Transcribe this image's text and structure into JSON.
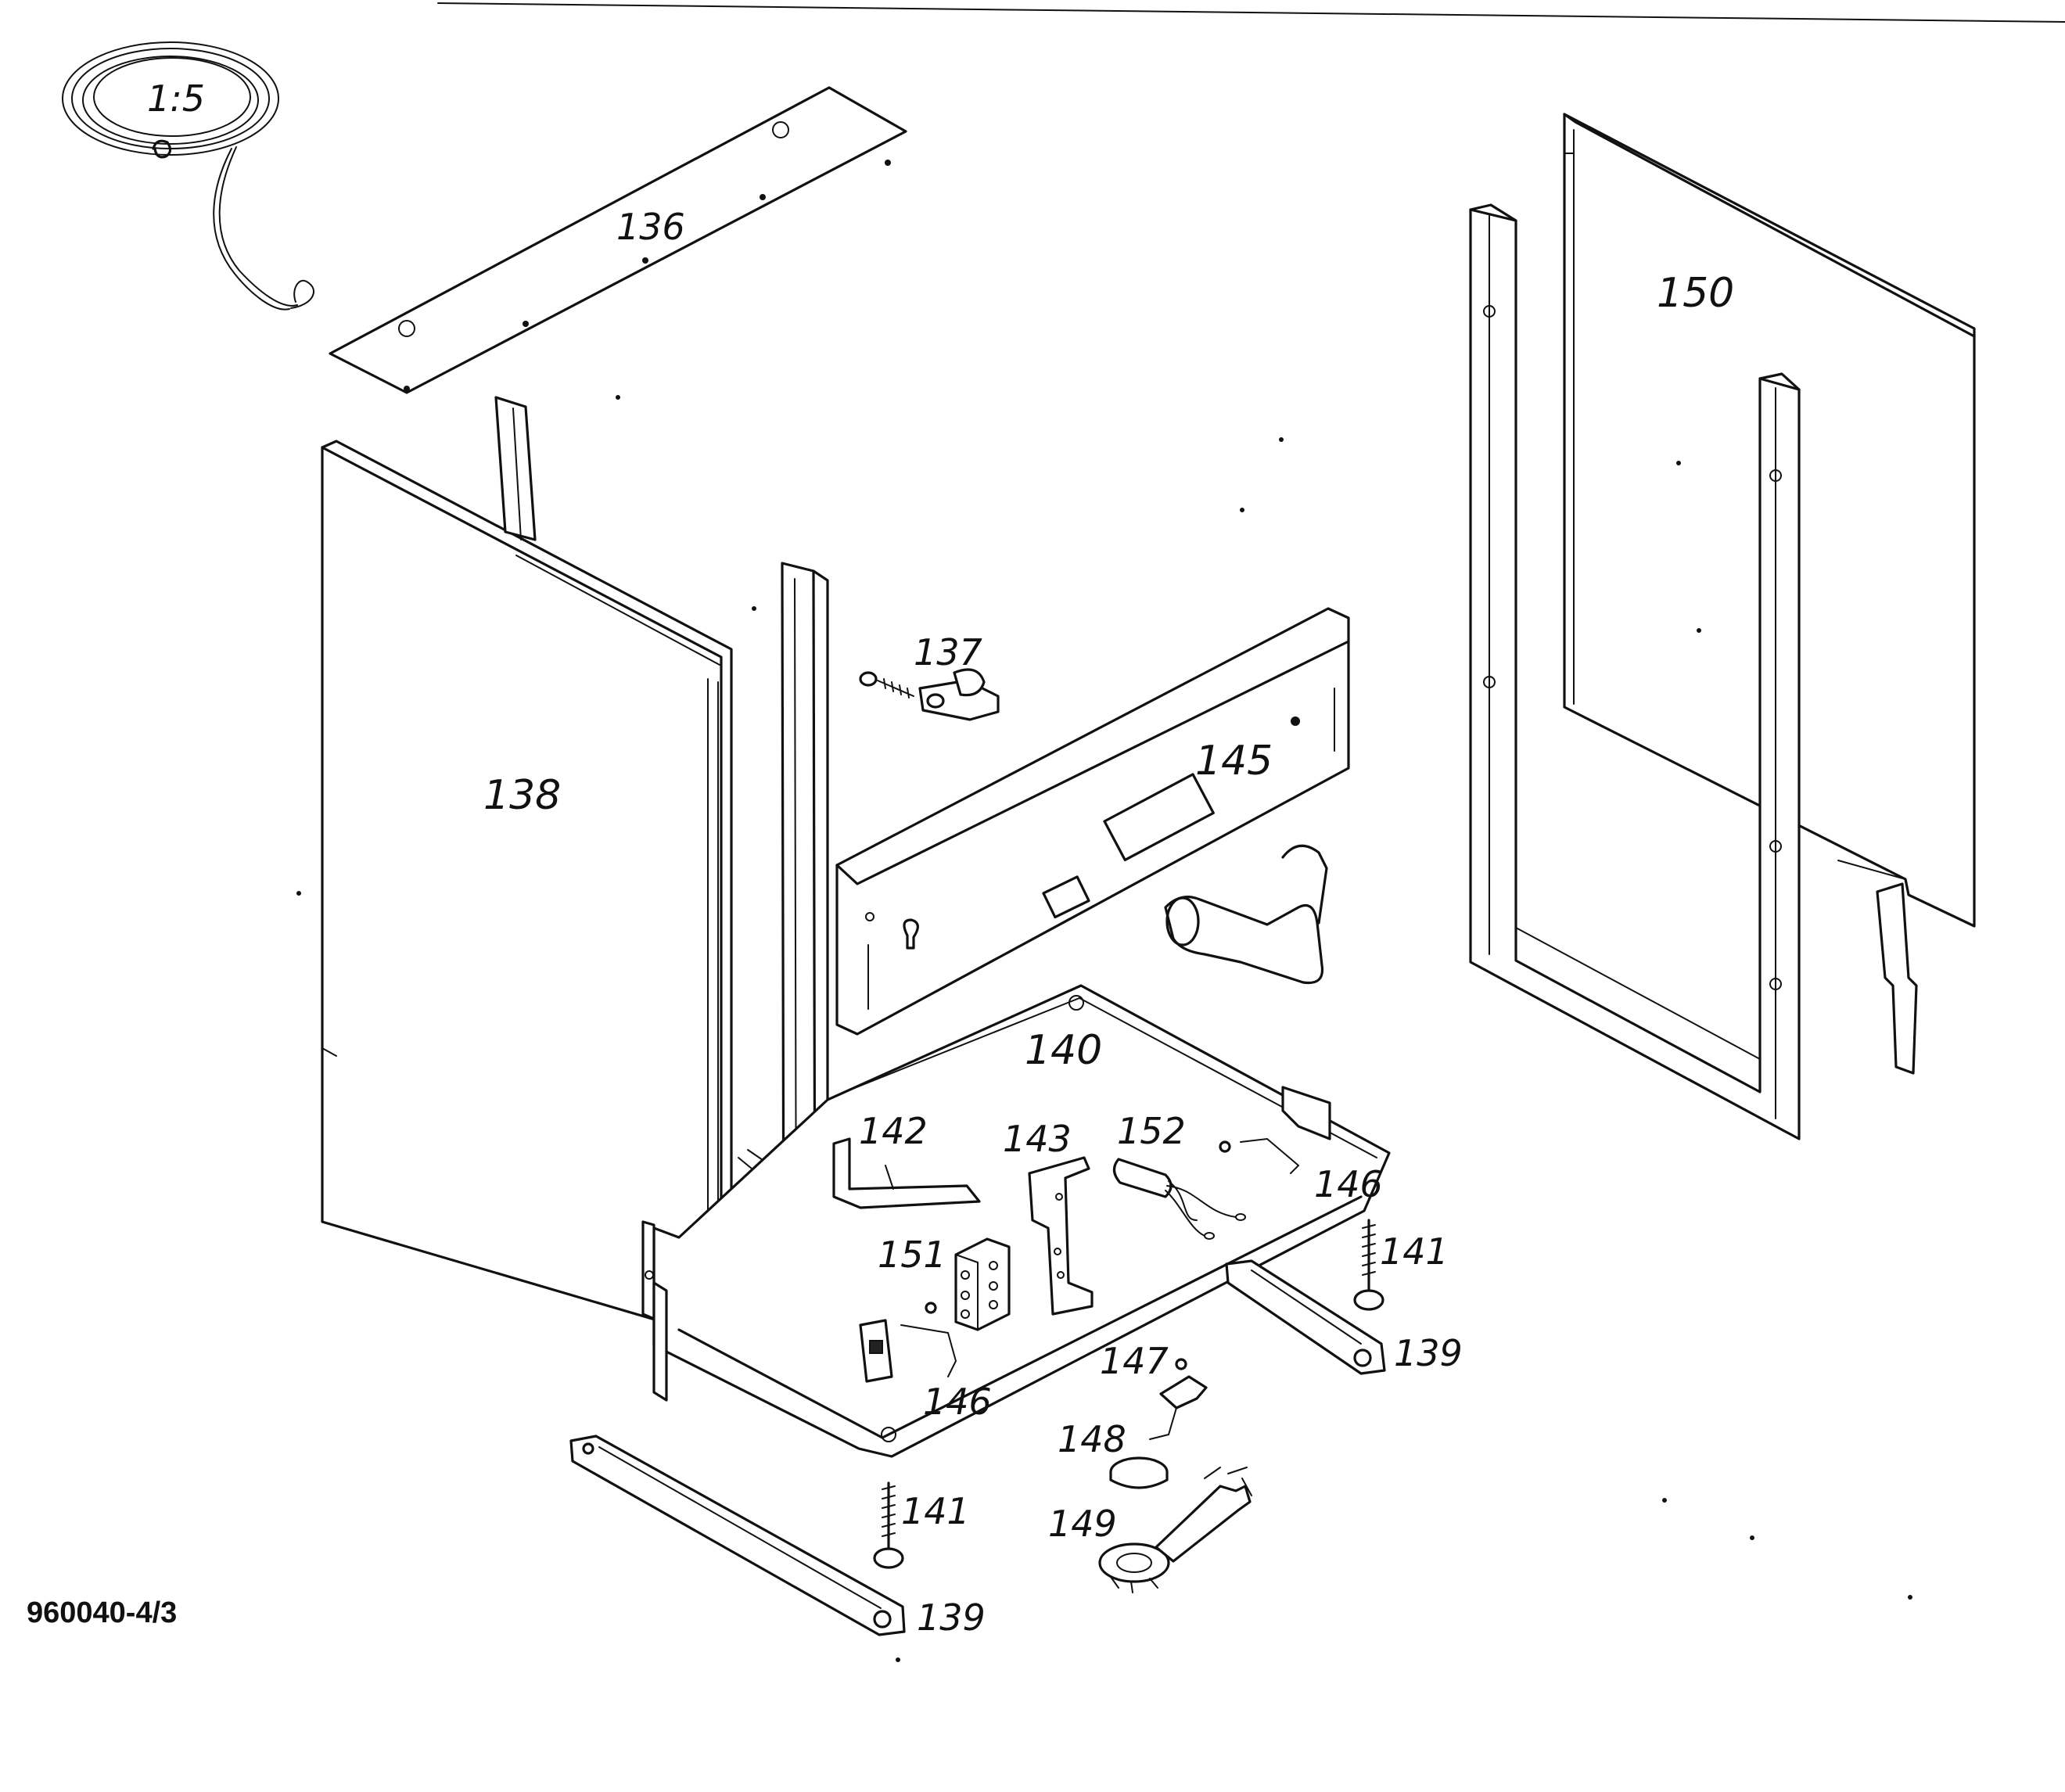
{
  "diagram": {
    "document_number": "960040-4/3",
    "callouts": {
      "p135": "1:5",
      "p136": "136",
      "p137": "137",
      "p138": "138",
      "p139_left": "139",
      "p139_right": "139",
      "p140": "140",
      "p141_left": "141",
      "p141_right": "141",
      "p142": "142",
      "p143": "143",
      "p145": "145",
      "p146_left": "146",
      "p146_right": "146",
      "p147": "147",
      "p148": "148",
      "p149": "149",
      "p150": "150",
      "p151": "151",
      "p152": "152"
    }
  }
}
